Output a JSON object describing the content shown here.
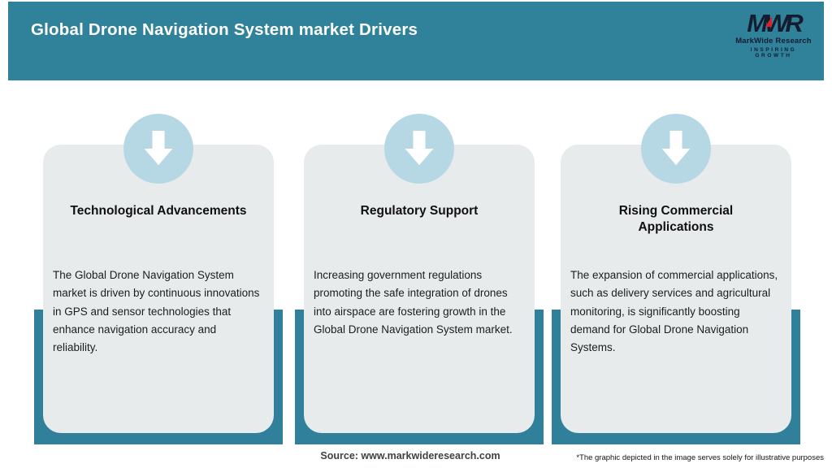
{
  "header": {
    "title": "Global Drone Navigation System market Drivers",
    "bg_color": "#2F829A",
    "logo": {
      "acronym": "MWR",
      "name": "MarkWide Research",
      "tagline": "INSPIRING GROWTH",
      "text_color": "#141C30",
      "accent_color": "#D8232A"
    }
  },
  "cards": [
    {
      "icon": "down-arrow-icon",
      "title": "Technological Advancements",
      "body": "The Global Drone Navigation System market is driven by continuous innovations in GPS and sensor technologies that enhance navigation accuracy and reliability."
    },
    {
      "icon": "down-arrow-icon",
      "title": "Regulatory Support",
      "body": "Increasing government regulations promoting the safe integration of drones into airspace are fostering growth in the Global Drone Navigation System market."
    },
    {
      "icon": "down-arrow-icon",
      "title": "Rising Commercial Applications",
      "body": "The expansion of commercial applications, such as delivery services and agricultural monitoring, is significantly boosting demand for Global Drone Navigation Systems."
    }
  ],
  "footer": {
    "source": "Source: www.markwideresearch.com",
    "disclaimer": "*The graphic depicted in the image serves solely for illustrative purposes"
  },
  "colors": {
    "header_teal": "#2F829A",
    "card_back_teal": "#31809B",
    "card_gray": "#E8EBEB",
    "circle_blue": "#B5D8E4",
    "arrow_white": "#FFFFFF"
  }
}
